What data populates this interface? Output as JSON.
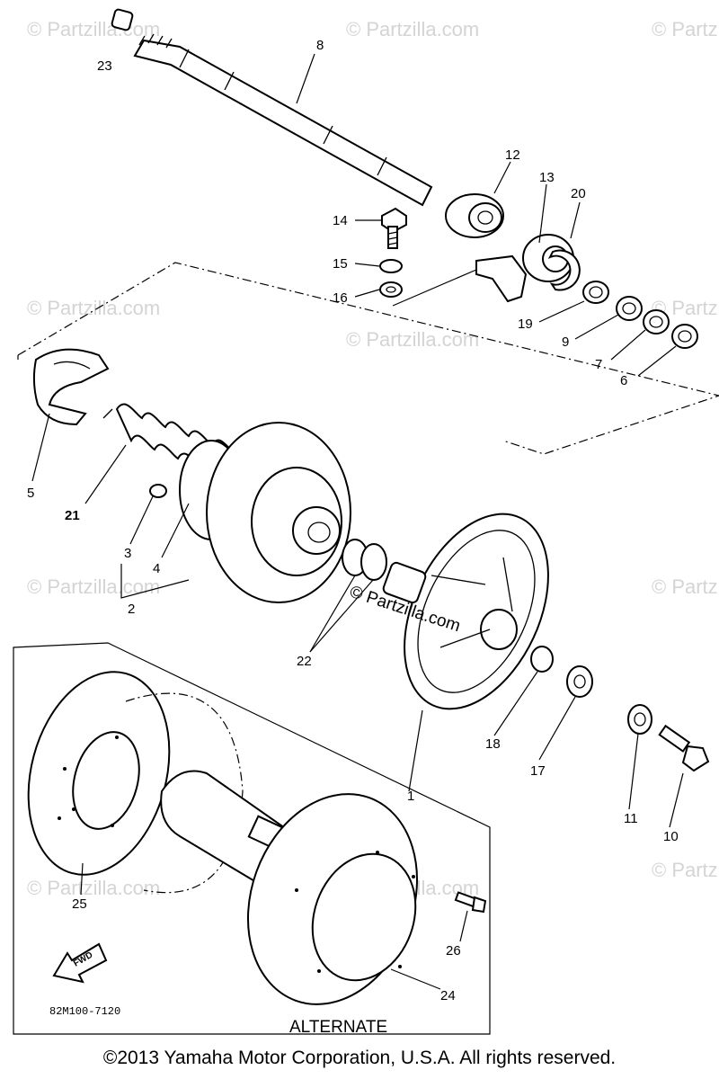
{
  "watermark": "© Partzilla.com",
  "center_watermark": "© Partzilla.com",
  "callouts": [
    "1",
    "2",
    "3",
    "4",
    "5",
    "6",
    "7",
    "8",
    "9",
    "10",
    "11",
    "12",
    "13",
    "14",
    "15",
    "16",
    "17",
    "18",
    "19",
    "20",
    "21",
    "22",
    "23",
    "24",
    "25",
    "26"
  ],
  "drawing_code": "82M100-7120",
  "alternate_label": "ALTERNATE",
  "fwd_label": "FWD",
  "copyright": "©2013 Yamaha Motor Corporation, U.S.A. All rights reserved."
}
